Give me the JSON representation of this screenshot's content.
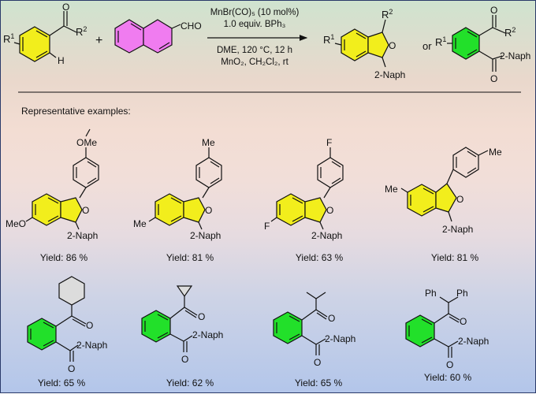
{
  "scheme": {
    "reactant1": {
      "r1": "R",
      "r1_sup": "1",
      "r2": "R",
      "r2_sup": "2",
      "h": "H",
      "o": "O"
    },
    "plus": "+",
    "reactant2": {
      "cho": "CHO"
    },
    "conditions": {
      "line1": "MnBr(CO)₅ (10 mol%)",
      "line2": "1.0 equiv. BPh₃",
      "line3": "DME, 120 °C, 12 h",
      "line4": "MnO₂, CH₂Cl₂, rt"
    },
    "product1": {
      "r1": "R",
      "r1_sup": "1",
      "r2": "R",
      "r2_sup": "2",
      "o": "O",
      "naph": "2-Naph"
    },
    "or": "or",
    "product2": {
      "r1": "R",
      "r1_sup": "1",
      "r2": "R",
      "r2_sup": "2",
      "o_top": "O",
      "o_bottom": "O",
      "naph": "2-Naph"
    }
  },
  "section_title": "Representative examples:",
  "examples_row1": [
    {
      "substituent_text": "OMe",
      "ring_sub": "MeO",
      "o": "O",
      "naph": "2-Naph",
      "yield": "Yield: 86 %"
    },
    {
      "substituent_text": "Me",
      "ring_sub": "Me",
      "o": "O",
      "naph": "2-Naph",
      "yield": "Yield: 81 %"
    },
    {
      "substituent_text": "F",
      "ring_sub": "F",
      "o": "O",
      "naph": "2-Naph",
      "yield": "Yield: 63 %"
    },
    {
      "substituent_text": "Me",
      "ring_sub": "Me",
      "o": "O",
      "naph": "2-Naph",
      "yield": "Yield: 81 %"
    }
  ],
  "examples_row2": [
    {
      "o_top": "O",
      "o_bottom": "O",
      "naph": "2-Naph",
      "yield": "Yield: 65 %"
    },
    {
      "o_top": "O",
      "o_bottom": "O",
      "naph": "2-Naph",
      "yield": "Yield: 62 %"
    },
    {
      "o_top": "O",
      "o_bottom": "O",
      "naph": "2-Naph",
      "yield": "Yield: 65 %"
    },
    {
      "ph_left": "Ph",
      "ph_right": "Ph",
      "o_top": "O",
      "o_bottom": "O",
      "naph": "2-Naph",
      "yield": "Yield: 60 %"
    }
  ],
  "colors": {
    "yellow": "#f2ee1c",
    "green": "#22e02a",
    "magenta": "#f07cf0"
  }
}
